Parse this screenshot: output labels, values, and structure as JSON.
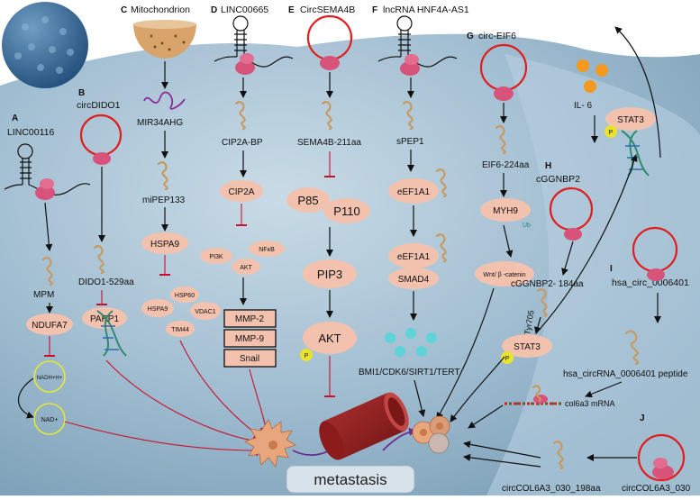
{
  "panels": {
    "A": {
      "letter": "A",
      "title": "LINC00116",
      "peptide": "MPM",
      "target": "NDUFA7",
      "nadh": "NADH+H+",
      "nad": "NAD+"
    },
    "B": {
      "letter": "B",
      "title": "circDIDO1",
      "peptide": "DIDO1-529aa",
      "target": "PARP1"
    },
    "C": {
      "letter": "C",
      "title": "Mitochondrion",
      "gene": "MIR34AHG",
      "peptide": "miPEP133",
      "target": "HSPA9",
      "complex": [
        "HSP60",
        "HSPA9",
        "VDAC1",
        "TIM44"
      ]
    },
    "D": {
      "letter": "D",
      "title": "LINC00665",
      "peptide": "CIP2A-BP",
      "target": "CIP2A",
      "complex": [
        "PI3K",
        "NFκB",
        "AKT"
      ],
      "boxes": [
        "MMP-2",
        "MMP-9",
        "Snail"
      ]
    },
    "E": {
      "letter": "E",
      "title": "CircSEMA4B",
      "peptide": "SEMA4B-211aa",
      "p85": "P85",
      "p110": "P110",
      "pip3": "PIP3",
      "akt": "AKT",
      "phos": "P"
    },
    "F": {
      "letter": "F",
      "title": "lncRNA HNF4A-AS1",
      "peptide": "sPEP1",
      "eef1": "eEF1A1",
      "eef2": "eEF1A1",
      "smad": "SMAD4",
      "targets": "BMI1/CDK6/SIRT1/TERT"
    },
    "G": {
      "letter": "G",
      "title": "circ-EIF6",
      "peptide": "EIF6-224aa",
      "target": "MYH9",
      "ub": "Ub",
      "wnt": "Wnt/ β -catenin"
    },
    "H": {
      "letter": "H",
      "title": "cGGNBP2",
      "peptide": "cGGNBP2- 184aa",
      "tyr": "Tyr705",
      "stat3": "STAT3",
      "phos": "P",
      "il6": "IL- 6",
      "stat3_top": "STAT3",
      "phos_top": "P"
    },
    "I": {
      "letter": "I",
      "title": "hsa_circ_0006401",
      "peptide": "hsa_circRNA_0006401 peptide",
      "mrna": "col6a3 mRNA"
    },
    "J": {
      "letter": "J",
      "title": "circCOL6A3_030",
      "peptide": "circCOL6A3_030_198aa"
    }
  },
  "outcome": "metastasis",
  "colors": {
    "oval": "#f3c2ae",
    "ring": "#e01e1e",
    "inhibit": "#c8102e",
    "background": "#a9c4d6",
    "dots": "#5fd3d8",
    "il6": "#f39a1f"
  }
}
